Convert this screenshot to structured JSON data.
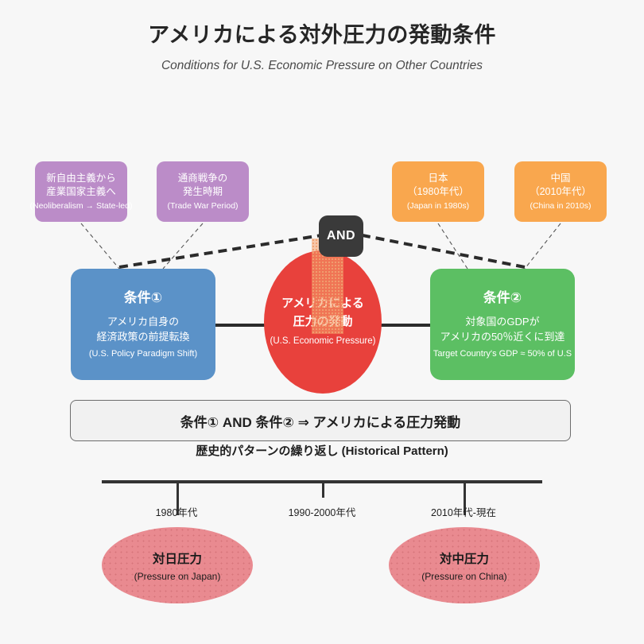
{
  "header": {
    "title": "アメリカによる対外圧力の発動条件",
    "subtitle": "Conditions for U.S. Economic Pressure on Other Countries"
  },
  "colors": {
    "background": "#f7f7f7",
    "purple": "#bb8cc8",
    "orange": "#f9a74e",
    "blue": "#5b92c8",
    "green": "#5cbf63",
    "red": "#e8413c",
    "pink": "#e98a90",
    "badge_dark": "#3a3a3a",
    "line_dark": "#333333"
  },
  "top_chips": {
    "left": [
      {
        "line1": "新自由主義から",
        "line2": "産業国家主義へ",
        "en": "(Neoliberalism → State-led)"
      },
      {
        "line1": "通商戦争の",
        "line2": "発生時期",
        "en": "(Trade War Period)"
      }
    ],
    "right": [
      {
        "line1": "日本",
        "line2": "（1980年代）",
        "en": "(Japan in 1980s)"
      },
      {
        "line1": "中国",
        "line2": "（2010年代）",
        "en": "(China in 2010s)"
      }
    ]
  },
  "conditions": {
    "left": {
      "heading": "条件①",
      "line1": "アメリカ自身の",
      "line2": "経済政策の前提転換",
      "en": "(U.S. Policy Paradigm Shift)"
    },
    "right": {
      "heading": "条件②",
      "line1": "対象国のGDPが",
      "line2": "アメリカの50％近くに到達",
      "en": "Target Country's GDP ≈ 50% of U.S"
    }
  },
  "center": {
    "badge": "AND",
    "line1": "アメリカによる",
    "line2": "圧力の発動",
    "en": "(U.S. Economic Pressure)"
  },
  "summary": {
    "formula": "条件① AND 条件② ⇒ アメリカによる圧力発動",
    "caption": "歴史的パターンの繰り返し (Historical Pattern)"
  },
  "timeline": {
    "ticks": [
      {
        "label": "1980年代"
      },
      {
        "label": "1990-2000年代"
      },
      {
        "label": "2010年代-現在"
      }
    ],
    "events": [
      {
        "jp": "対日圧力",
        "en": "(Pressure on Japan)"
      },
      {
        "jp": "対中圧力",
        "en": "(Pressure on China)"
      }
    ]
  }
}
